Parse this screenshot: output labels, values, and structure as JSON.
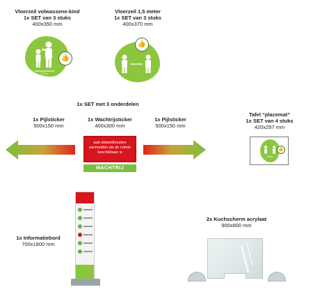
{
  "vloerzeil_kind": {
    "title": "Vloerzeil volwassene-kind",
    "set": "1x SET van 3 stuks",
    "size": "400x350 mm",
    "distance_label": "1,5 m"
  },
  "vloerzeil_meter": {
    "title": "Vloerzeil 1,5 meter",
    "set": "1x SET van 3 stuks",
    "size": "400x370 mm"
  },
  "set_heading": "1x SET met 3 onderdelen",
  "pijl_links": {
    "title": "1x Pijlsticker",
    "size": "500x150 mm"
  },
  "wachtrij": {
    "title": "1x Wachtrijsticker",
    "size": "400x300 mm",
    "sign_text": "aub afstandhouden aanmelden als de ruimte beschikbaar is",
    "bar_text": "WACHTRIJ"
  },
  "pijl_rechts": {
    "title": "1x Pijlsticker",
    "size": "500x150 mm"
  },
  "tafel": {
    "title": "Tafel “placemat”",
    "set": "1x SET van 4 stuks",
    "size": "420x297 mm"
  },
  "informatiebord": {
    "title": "1x Informatiebord",
    "size": "700x1800 mm"
  },
  "kuchscherm": {
    "title": "2x Kuchscherm acrylaat",
    "size": "900x800 mm"
  },
  "colors": {
    "green": "#8cc63f",
    "dark_green": "#3b7d23",
    "red": "#d8141c"
  },
  "icons": [
    "thumbs-up-icon",
    "adult-icon",
    "child-icon",
    "arrow-left-icon",
    "arrow-right-icon"
  ]
}
